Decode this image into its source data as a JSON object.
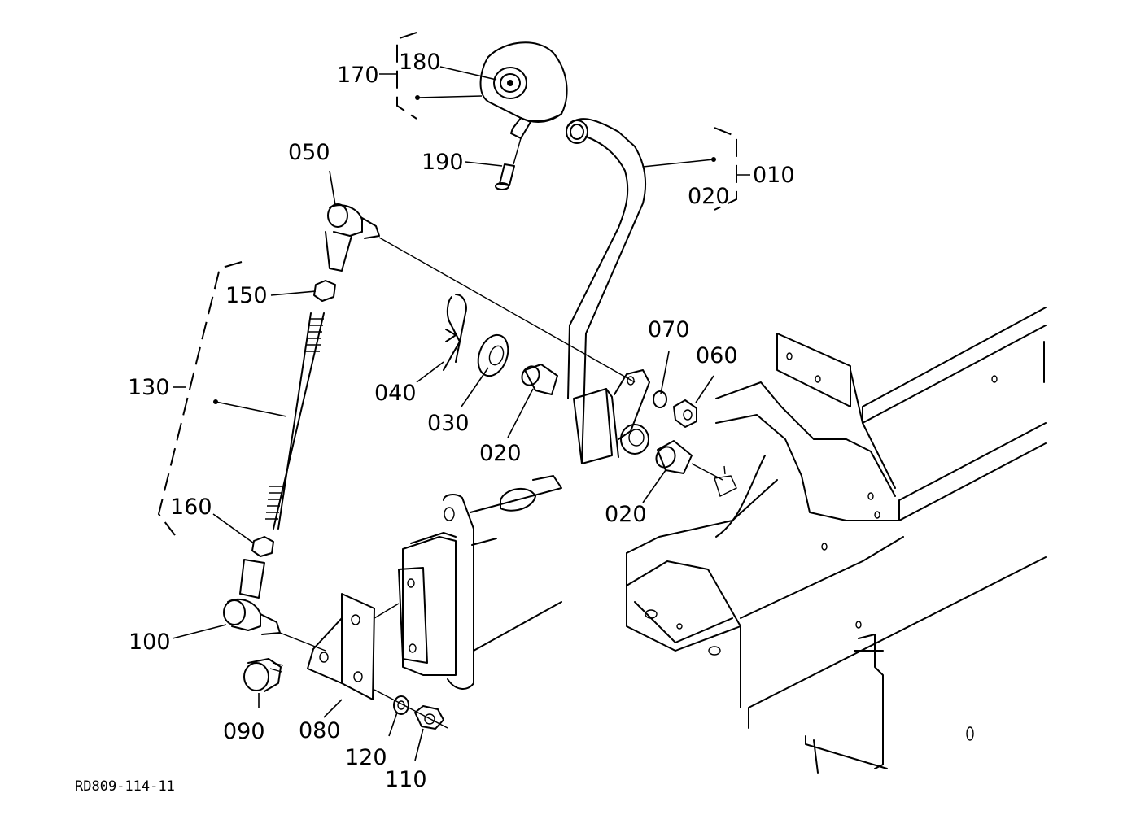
{
  "drawing_code": "RD809-114-11",
  "labels": {
    "p170": "170",
    "p180": "180",
    "p190": "190",
    "p050": "050",
    "p150": "150",
    "p130": "130",
    "p160": "160",
    "p100": "100",
    "p090": "090",
    "p080": "080",
    "p120": "120",
    "p110": "110",
    "p040": "040",
    "p030": "030",
    "p020a": "020",
    "p020b": "020",
    "p020c": "020",
    "p070": "070",
    "p060": "060",
    "p010": "010"
  }
}
